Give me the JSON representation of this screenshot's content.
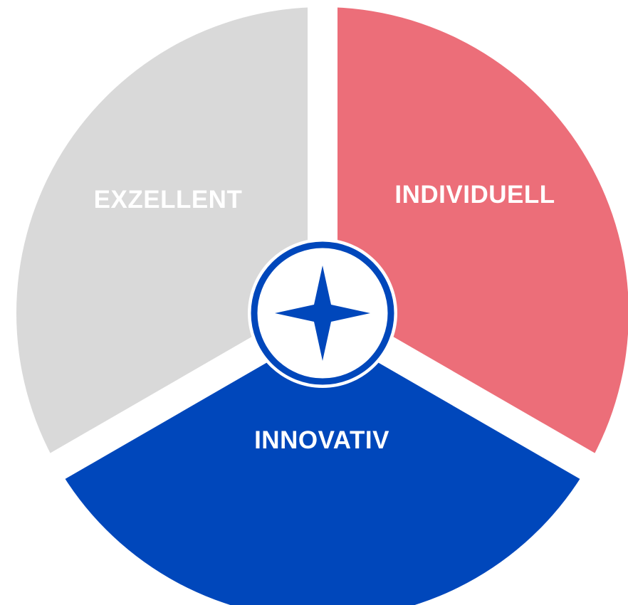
{
  "diagram": {
    "segments": [
      {
        "label": "EXZELLENT",
        "color": "#d9d9d9"
      },
      {
        "label": "INDIVIDUELL",
        "color": "#ec6e79"
      },
      {
        "label": "INNOVATIV",
        "color": "#0047bb"
      }
    ],
    "center": {
      "icon": "compass-star-icon",
      "ring_color": "#0047bb",
      "fill_color": "#ffffff",
      "star_color": "#0047bb"
    },
    "gap_color": "#ffffff"
  }
}
